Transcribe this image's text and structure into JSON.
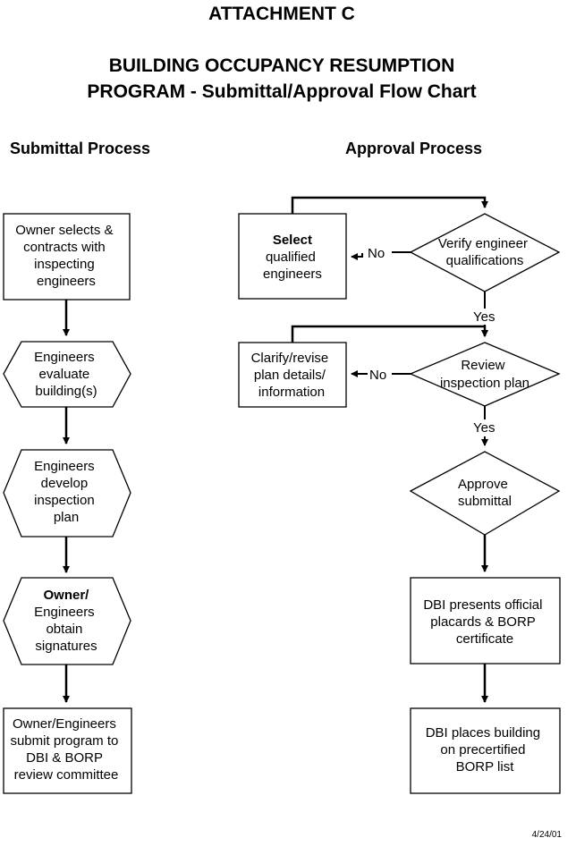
{
  "header": {
    "attachment": "ATTACHMENT C",
    "title_line1": "BUILDING OCCUPANCY RESUMPTION",
    "title_line2": "PROGRAM - Submittal/Approval Flow Chart"
  },
  "columns": {
    "submittal": "Submittal Process",
    "approval": "Approval Process"
  },
  "submittal_steps": [
    {
      "shape": "rect",
      "lines": [
        "Owner selects &",
        "contracts with",
        "inspecting",
        "engineers"
      ]
    },
    {
      "shape": "hexagon",
      "lines": [
        "Engineers",
        "evaluate",
        "building(s)"
      ]
    },
    {
      "shape": "hexagon",
      "lines": [
        "Engineers",
        "develop",
        "inspection",
        "plan"
      ]
    },
    {
      "shape": "hexagon",
      "lines": [
        "Owner/",
        "Engineers",
        "obtain",
        "signatures"
      ]
    },
    {
      "shape": "rect",
      "lines": [
        "Owner/Engineers",
        "submit program to",
        "DBI & BORP",
        "review committee"
      ]
    }
  ],
  "approval_steps": {
    "verify": [
      "Verify engineer",
      "qualifications"
    ],
    "select": [
      "Select",
      "qualified",
      "engineers"
    ],
    "review": [
      "Review",
      "inspection plan"
    ],
    "clarify": [
      "Clarify/revise",
      "plan details/",
      "information"
    ],
    "approve": [
      "Approve",
      "submittal"
    ],
    "placards": [
      "DBI presents official",
      "placards & BORP",
      "certificate"
    ],
    "list": [
      "DBI places building",
      "on precertified",
      "BORP list"
    ]
  },
  "labels": {
    "no": "No",
    "yes": "Yes"
  },
  "footer": {
    "date": "4/24/01"
  }
}
